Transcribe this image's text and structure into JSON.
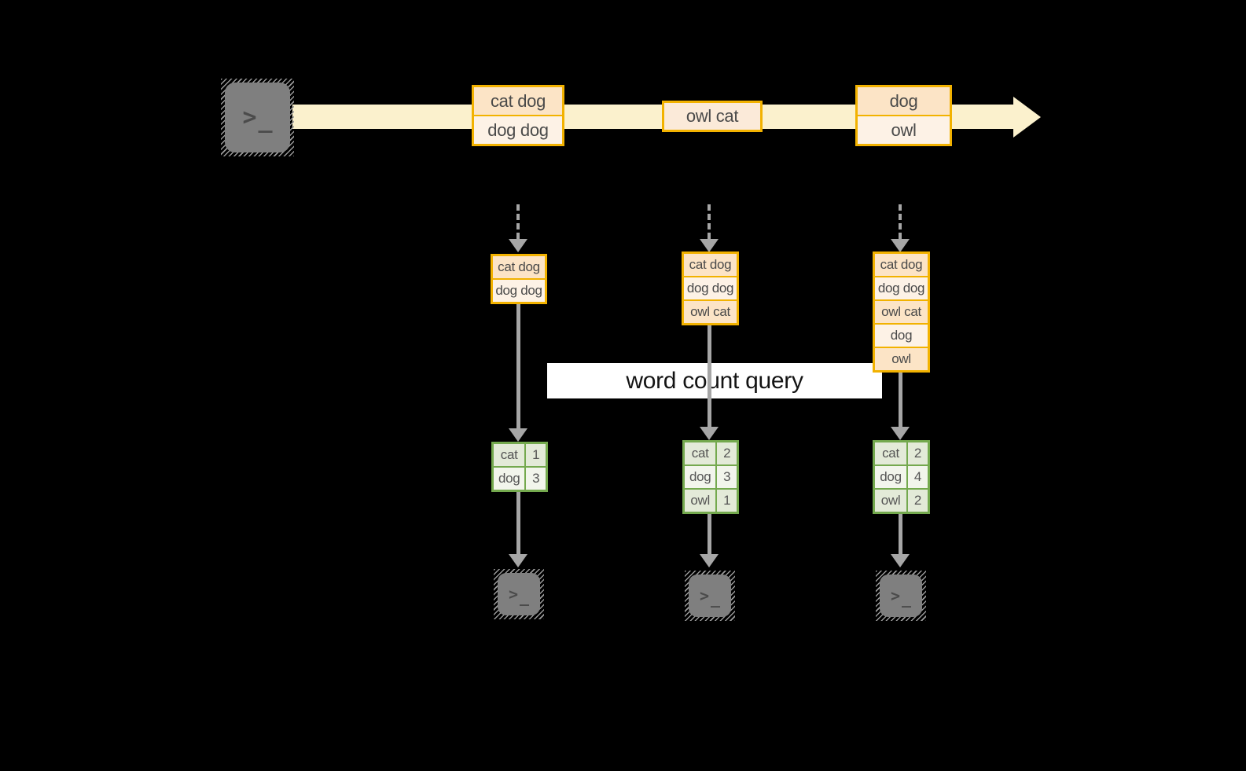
{
  "diagram": {
    "query_label": "word count query",
    "icons": {
      "source": "terminal-icon",
      "sinks": [
        "terminal-icon",
        "terminal-icon",
        "terminal-icon"
      ],
      "glyph_chevron": ">",
      "glyph_underscore": "_"
    },
    "stream": {
      "batches": [
        {
          "rows": [
            "cat dog",
            "dog dog"
          ]
        },
        {
          "rows": [
            "owl cat"
          ]
        },
        {
          "rows": [
            "dog",
            "owl"
          ]
        }
      ]
    },
    "columns": [
      {
        "buffer": [
          "cat dog",
          "dog dog"
        ],
        "counts": [
          [
            "cat",
            "1"
          ],
          [
            "dog",
            "3"
          ]
        ]
      },
      {
        "buffer": [
          "cat dog",
          "dog dog",
          "owl cat"
        ],
        "counts": [
          [
            "cat",
            "2"
          ],
          [
            "dog",
            "3"
          ],
          [
            "owl",
            "1"
          ]
        ]
      },
      {
        "buffer": [
          "cat dog",
          "dog dog",
          "owl cat",
          "dog",
          "owl"
        ],
        "counts": [
          [
            "cat",
            "2"
          ],
          [
            "dog",
            "4"
          ],
          [
            "owl",
            "2"
          ]
        ]
      }
    ],
    "colors": {
      "background": "#000000",
      "stream_band": "#fbf1cd",
      "box_border": "#f2b200",
      "box_fill_dark": "#fce4c6",
      "box_fill_light": "#fdf2e6",
      "table_border": "#74a94e",
      "table_fill_dark": "#e3ead8",
      "table_fill_light": "#f2f5ec",
      "arrow_gray": "#a6a6a6",
      "banner_bg": "#ffffff",
      "terminal_gray": "#7f7f7f"
    }
  }
}
